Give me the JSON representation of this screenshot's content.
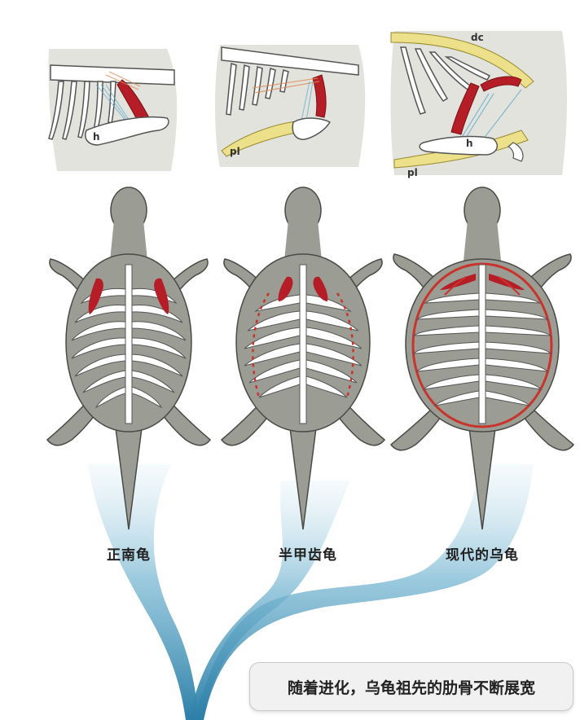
{
  "labels": {
    "turtle_left": "正南龟",
    "turtle_middle": "半甲齿龟",
    "turtle_right": "现代的乌龟"
  },
  "panel_labels": {
    "middle_pl": "pl",
    "right_dc": "dc",
    "right_pl": "pl",
    "left_h": "h",
    "right_h": "h"
  },
  "caption": "随着进化，乌龟祖先的肋骨不断展宽",
  "colors": {
    "body": "#9b9c94",
    "outline": "#4a4a46",
    "rib": "#ffffff",
    "muscle": "#b51e26",
    "shell_line": "#c8342c",
    "panel_bg": "#e2e3dd",
    "carapace_yellow": "#ece08a",
    "tree": "#3f8fb4"
  }
}
